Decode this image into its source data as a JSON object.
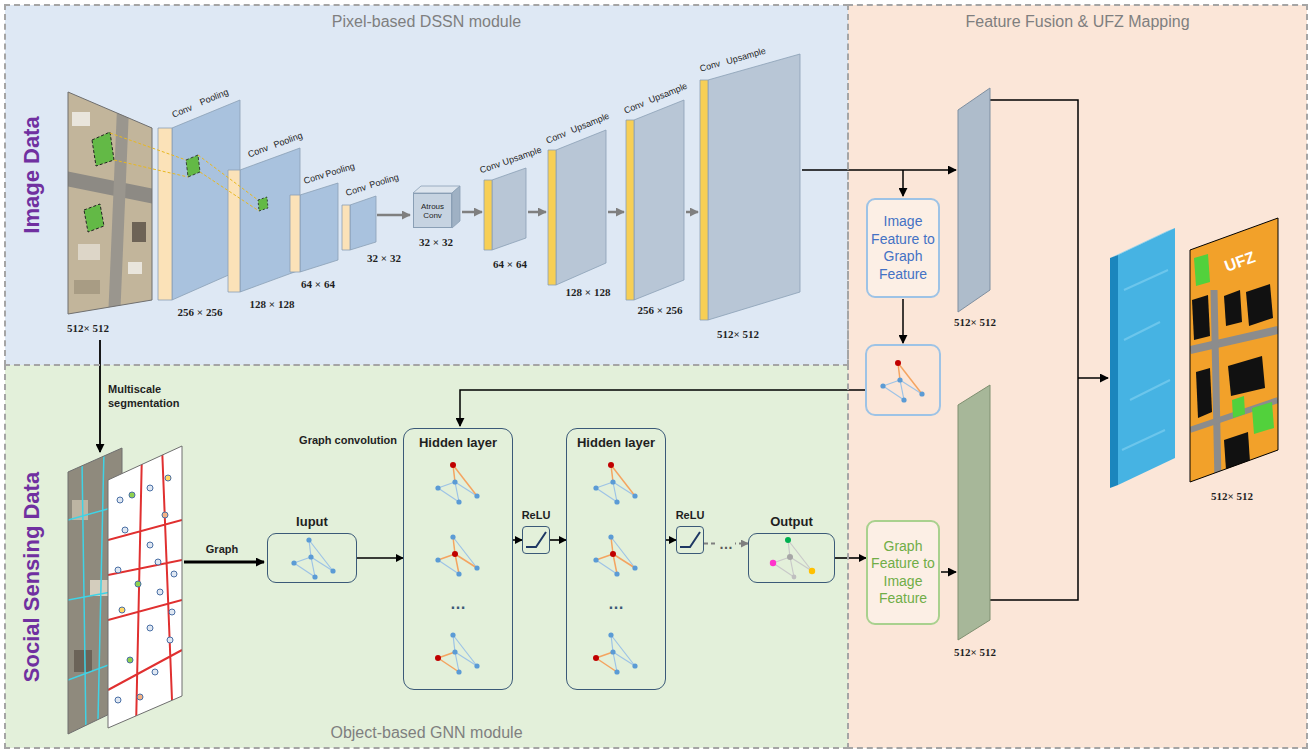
{
  "diagram": {
    "nodes": [
      {
        "text": [
          "Pixel-based DSSN module"
        ]
      },
      {
        "text": [
          "Atrous Conv"
        ],
        "in": 0
      },
      {
        "text": [
          "Feature Fusion & UFZ Mapping"
        ]
      },
      {
        "text": [
          "Image Feature to Graph Feature"
        ],
        "in": 2
      },
      {
        "text": [
          "Graph Feature to Image Feature"
        ],
        "in": 2
      },
      {
        "text": [
          "Object-based GNN module"
        ]
      },
      {
        "text": [
          "Iuput"
        ],
        "in": 5
      },
      {
        "text": [
          "Hidden layer"
        ],
        "in": 5
      },
      {
        "text": [
          "ReLU"
        ],
        "in": 5
      },
      {
        "text": [
          "Hidden layer"
        ],
        "in": 5
      },
      {
        "text": [
          "ReLU"
        ],
        "in": 5
      },
      {
        "text": [
          "Output"
        ],
        "in": 5
      }
    ],
    "edges": [
      {
        "from": 6,
        "to": 7,
        "arrow": "to"
      },
      {
        "from": 7,
        "to": 8,
        "arrow": "to"
      },
      {
        "from": 8,
        "to": 9,
        "arrow": "to"
      },
      {
        "from": 9,
        "to": 10,
        "arrow": "to"
      },
      {
        "from": 10,
        "to": 11,
        "label": "…",
        "arrow": "to"
      },
      {
        "from": 11,
        "to": 4,
        "arrow": "to"
      }
    ],
    "labels": [
      "Image Data",
      "Social Sensing Data",
      "Conv",
      "Pooling",
      "Conv",
      "Pooling",
      "Conv",
      "Pooling",
      "Conv",
      "Pooling",
      "Conv",
      "Upsample",
      "Conv",
      "Upsample",
      "Conv",
      "Upsample",
      "Conv",
      "Upsample",
      "512× 512",
      "256 × 256",
      "128 × 128",
      "64 × 64",
      "32 × 32",
      "32 × 32",
      "64 × 64",
      "128 × 128",
      "256 × 256",
      "512× 512",
      "Multiscale segmentation",
      "Graph",
      "Graph convolution",
      "…",
      "…",
      "512× 512",
      "512× 512",
      "512× 512",
      "UFZ"
    ]
  }
}
